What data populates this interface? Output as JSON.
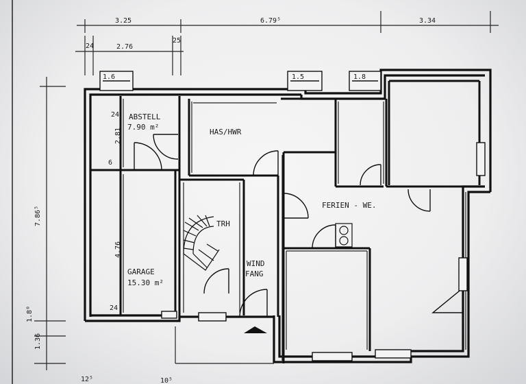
{
  "rooms": {
    "abstell": {
      "name": "ABSTELL",
      "area": "7.90 m²"
    },
    "has_hwr": {
      "name": "HAS/HWR"
    },
    "trh": {
      "name": "TRH"
    },
    "windfang": {
      "name_line1": "WIND",
      "name_line2": "FANG"
    },
    "ferien": {
      "name": "FERIEN - WE."
    },
    "garage": {
      "name": "GARAGE",
      "area": "15.30 m²"
    }
  },
  "dimensions": {
    "top_left": "3.25",
    "top_center": "6.79⁵",
    "top_right": "3.34",
    "sub_left": "24",
    "sub_mid": "2.76",
    "sub_right": "25",
    "win_1": "1.6",
    "win_2": "1.5",
    "win_3": "1.8",
    "left_total": "7.86⁵",
    "left_bottom_1": "1.8⁰",
    "left_bottom_2": "1.36",
    "abstell_height": "2.81",
    "garage_height": "4.76",
    "small_a": "6",
    "small_b": "24",
    "small_c": "24",
    "bottom_1": "12⁵",
    "bottom_2": "10⁵"
  }
}
